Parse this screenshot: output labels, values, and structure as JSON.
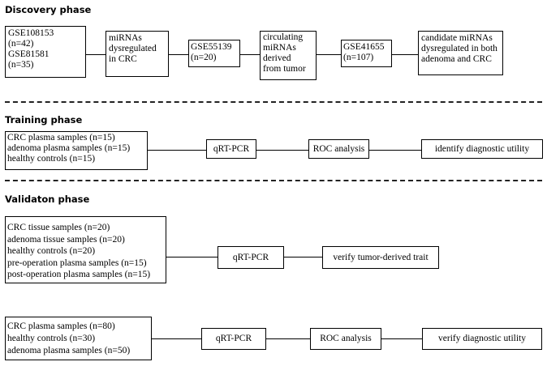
{
  "phases": {
    "discovery": "Discovery phase",
    "training": "Training phase",
    "validation": "Validaton phase"
  },
  "discovery": {
    "datasets1": [
      "GSE108153",
      "(n=42)",
      "GSE81581",
      "(n=35)"
    ],
    "step1": [
      "miRNAs",
      "dysregulated",
      "in CRC"
    ],
    "dataset2": [
      "GSE55139",
      "(n=20)"
    ],
    "step2": [
      "circulating",
      "miRNAs",
      "derived",
      "from tumor"
    ],
    "dataset3": [
      "GSE41655",
      "(n=107)"
    ],
    "step3": [
      "candidate miRNAs",
      "dysregulated in both",
      "adenoma and CRC"
    ]
  },
  "training": {
    "samples": [
      "CRC plasma samples (n=15)",
      "adenoma plasma samples (n=15)",
      "healthy controls (n=15)"
    ],
    "method": "qRT-PCR",
    "analysis": "ROC analysis",
    "outcome": "identify diagnostic utility"
  },
  "validation1": {
    "samples": [
      "CRC tissue samples (n=20)",
      "adenoma tissue samples (n=20)",
      "healthy controls (n=20)",
      "pre-operation plasma samples (n=15)",
      "post-operation plasma samples (n=15)"
    ],
    "method": "qRT-PCR",
    "outcome": "verify tumor-derived trait"
  },
  "validation2": {
    "samples": [
      "CRC plasma samples (n=80)",
      "healthy controls (n=30)",
      "adenoma plasma samples (n=50)"
    ],
    "method": "qRT-PCR",
    "analysis": "ROC analysis",
    "outcome": "verify diagnostic utility"
  }
}
